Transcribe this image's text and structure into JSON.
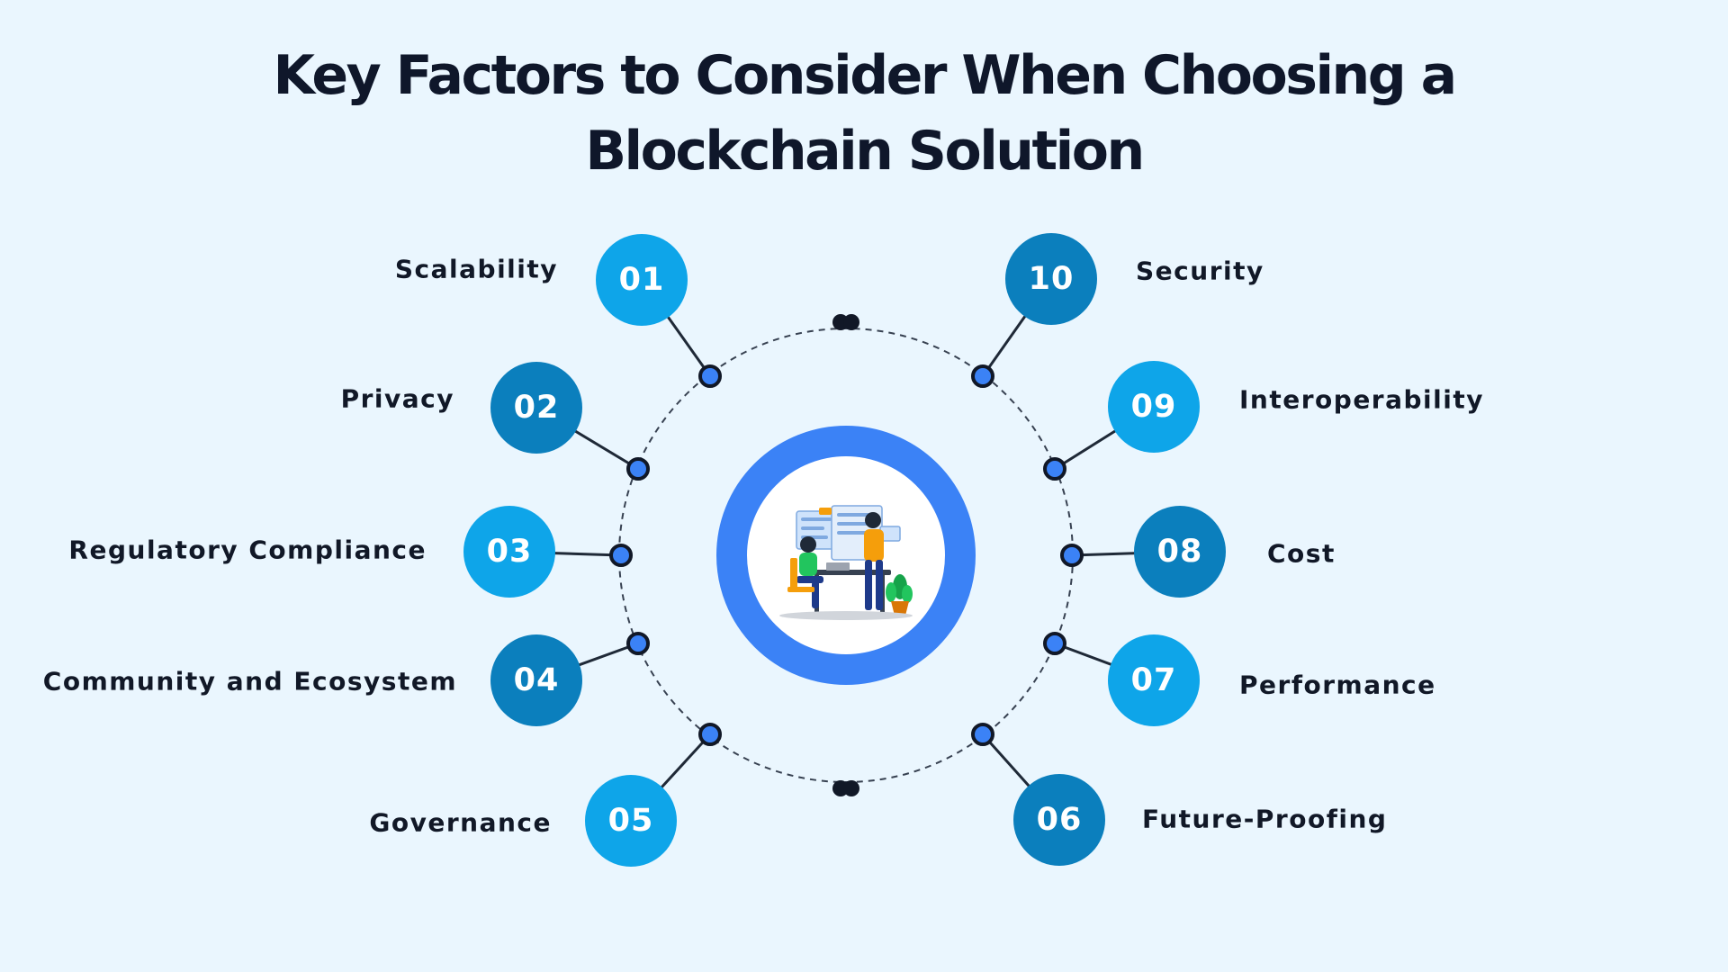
{
  "title": "Key Factors to Consider When Choosing a Blockchain Solution",
  "colors": {
    "background": "#eaf6fe",
    "bright_blue": "#0ea5e9",
    "deep_blue": "#0b7fbd",
    "center_ring": "#3b82f6",
    "connector_dot": "#3b82f6",
    "text": "#111827"
  },
  "center_icon": "team-working-at-desk-illustration",
  "factors": [
    {
      "number": "01",
      "label": "Scalability"
    },
    {
      "number": "02",
      "label": "Privacy"
    },
    {
      "number": "03",
      "label": "Regulatory Compliance"
    },
    {
      "number": "04",
      "label": "Community and Ecosystem"
    },
    {
      "number": "05",
      "label": "Governance"
    },
    {
      "number": "06",
      "label": "Future-Proofing"
    },
    {
      "number": "07",
      "label": "Performance"
    },
    {
      "number": "08",
      "label": "Cost"
    },
    {
      "number": "09",
      "label": "Interoperability"
    },
    {
      "number": "10",
      "label": "Security"
    }
  ]
}
